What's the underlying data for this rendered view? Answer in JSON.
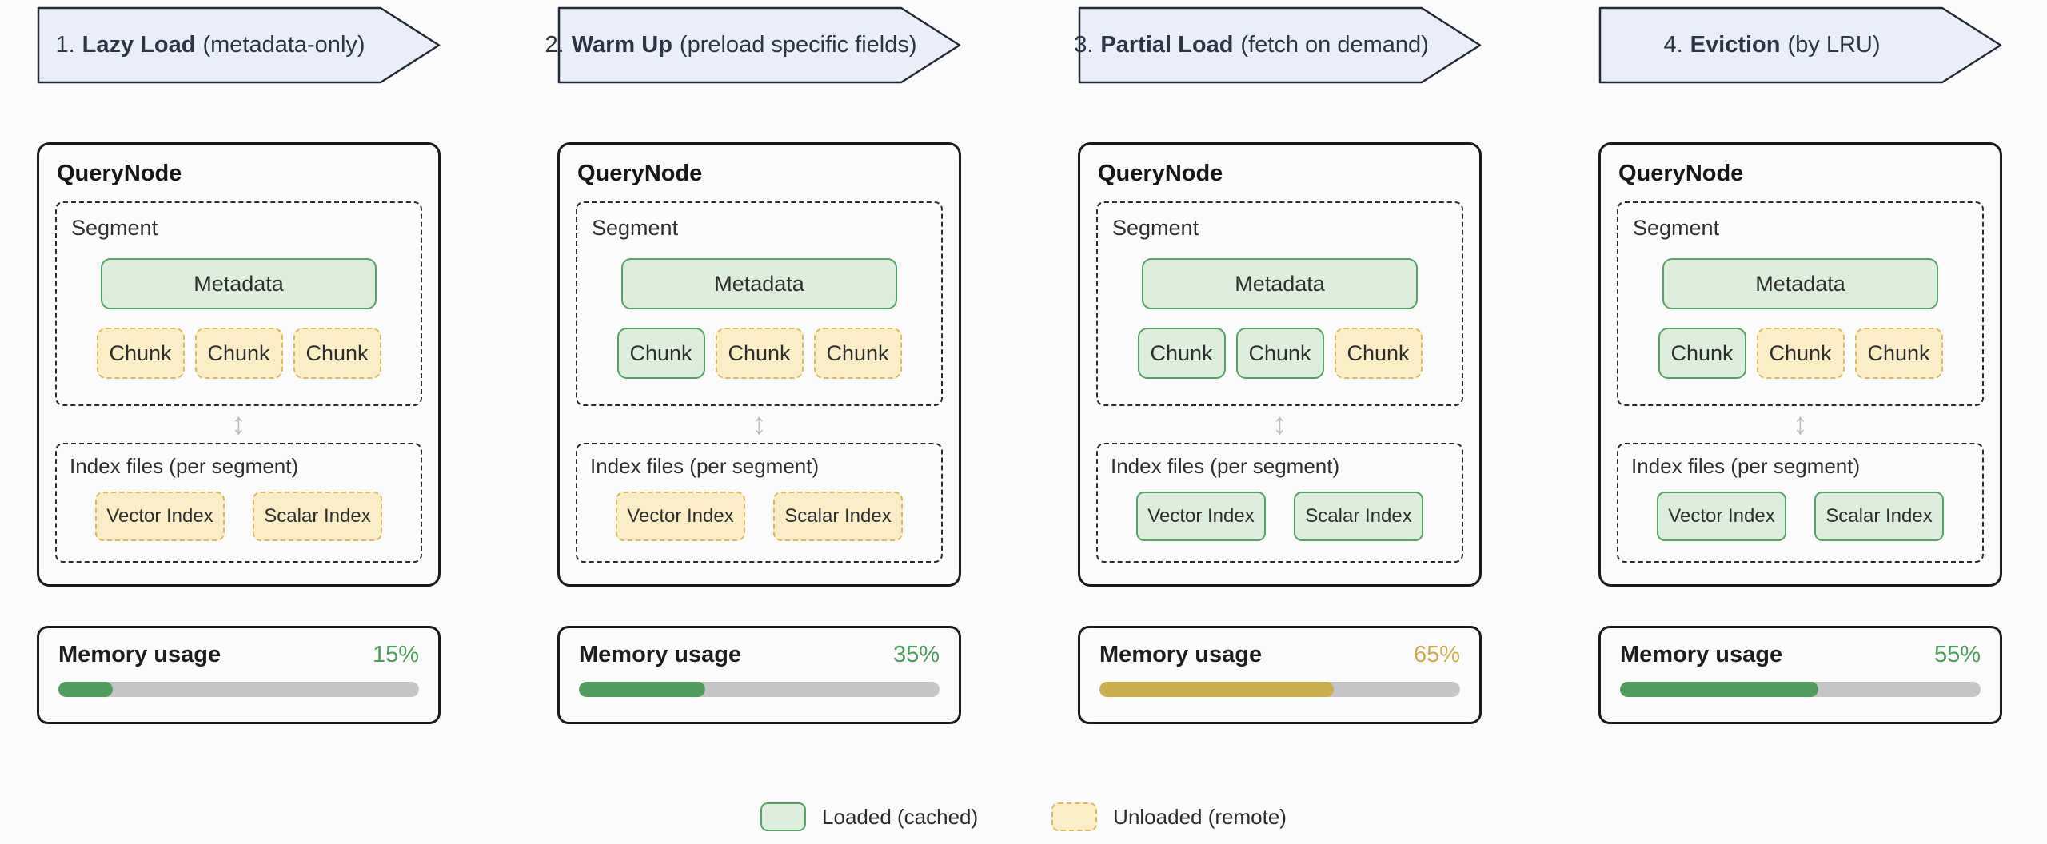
{
  "colors": {
    "loaded_fill": "#ddefdc",
    "loaded_border": "#56a266",
    "unloaded_fill": "#fbeec6",
    "unloaded_border": "#d9bb5e",
    "banner_fill": "#e9eef9",
    "banner_border": "#232a36",
    "progress_green": "#4f9d5d",
    "progress_gold": "#ccad4c",
    "progress_track": "#c6c6c8"
  },
  "icons": {
    "updown_arrow": "↕"
  },
  "stages": [
    {
      "banner": {
        "number": "1.",
        "title": "Lazy Load",
        "subtitle": "(metadata-only)"
      },
      "querynode": {
        "title": "QueryNode",
        "segment": {
          "label": "Segment",
          "metadata": {
            "label": "Metadata",
            "state": "loaded"
          },
          "chunks": [
            {
              "label": "Chunk",
              "state": "unloaded"
            },
            {
              "label": "Chunk",
              "state": "unloaded"
            },
            {
              "label": "Chunk",
              "state": "unloaded"
            }
          ]
        },
        "index": {
          "label": "Index files (per segment)",
          "items": [
            {
              "label": "Vector Index",
              "state": "unloaded"
            },
            {
              "label": "Scalar Index",
              "state": "unloaded"
            }
          ]
        }
      },
      "memory": {
        "label": "Memory usage",
        "percent": "15%",
        "color": "#4f9d5d"
      }
    },
    {
      "banner": {
        "number": "2.",
        "title": "Warm Up",
        "subtitle": "(preload specific fields)"
      },
      "querynode": {
        "title": "QueryNode",
        "segment": {
          "label": "Segment",
          "metadata": {
            "label": "Metadata",
            "state": "loaded"
          },
          "chunks": [
            {
              "label": "Chunk",
              "state": "loaded"
            },
            {
              "label": "Chunk",
              "state": "unloaded"
            },
            {
              "label": "Chunk",
              "state": "unloaded"
            }
          ]
        },
        "index": {
          "label": "Index files (per segment)",
          "items": [
            {
              "label": "Vector Index",
              "state": "unloaded"
            },
            {
              "label": "Scalar Index",
              "state": "unloaded"
            }
          ]
        }
      },
      "memory": {
        "label": "Memory usage",
        "percent": "35%",
        "color": "#4f9d5d"
      }
    },
    {
      "banner": {
        "number": "3.",
        "title": "Partial Load",
        "subtitle": "(fetch on demand)"
      },
      "querynode": {
        "title": "QueryNode",
        "segment": {
          "label": "Segment",
          "metadata": {
            "label": "Metadata",
            "state": "loaded"
          },
          "chunks": [
            {
              "label": "Chunk",
              "state": "loaded"
            },
            {
              "label": "Chunk",
              "state": "loaded"
            },
            {
              "label": "Chunk",
              "state": "unloaded"
            }
          ]
        },
        "index": {
          "label": "Index files (per segment)",
          "items": [
            {
              "label": "Vector Index",
              "state": "loaded"
            },
            {
              "label": "Scalar Index",
              "state": "loaded"
            }
          ]
        }
      },
      "memory": {
        "label": "Memory usage",
        "percent": "65%",
        "color": "#ccad4c"
      }
    },
    {
      "banner": {
        "number": "4.",
        "title": "Eviction",
        "subtitle": "(by LRU)"
      },
      "querynode": {
        "title": "QueryNode",
        "segment": {
          "label": "Segment",
          "metadata": {
            "label": "Metadata",
            "state": "loaded"
          },
          "chunks": [
            {
              "label": "Chunk",
              "state": "loaded"
            },
            {
              "label": "Chunk",
              "state": "unloaded"
            },
            {
              "label": "Chunk",
              "state": "unloaded"
            }
          ]
        },
        "index": {
          "label": "Index files (per segment)",
          "items": [
            {
              "label": "Vector Index",
              "state": "loaded"
            },
            {
              "label": "Scalar Index",
              "state": "loaded"
            }
          ]
        }
      },
      "memory": {
        "label": "Memory usage",
        "percent": "55%",
        "color": "#4f9d5d"
      }
    }
  ],
  "legend": [
    {
      "label": "Loaded (cached)",
      "state": "loaded"
    },
    {
      "label": "Unloaded (remote)",
      "state": "unloaded"
    }
  ]
}
